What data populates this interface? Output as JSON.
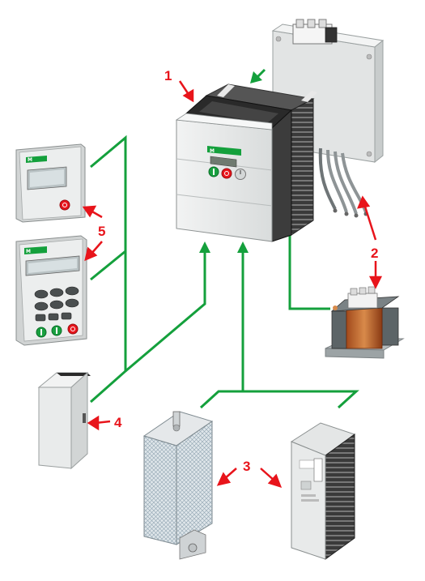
{
  "callouts": {
    "c1": "1",
    "c2": "2",
    "c3": "3",
    "c4": "4",
    "c5": "5"
  },
  "brand_label": "M",
  "colors": {
    "connector": "#14a03c",
    "callout": "#e8141b",
    "start_button": "#19a040",
    "stop_button": "#e8141b",
    "housing": "#e6e8e8",
    "heatsink": "#2a2a2a"
  },
  "components": [
    {
      "id": "frequency-inverter",
      "callout": "1"
    },
    {
      "id": "emc-filter",
      "callout": "2"
    },
    {
      "id": "control-transformer",
      "callout": "2"
    },
    {
      "id": "braking-resistor",
      "callout": "3"
    },
    {
      "id": "heatsink-braking-module",
      "callout": "3"
    },
    {
      "id": "interface-module",
      "callout": "4"
    },
    {
      "id": "keypad-basic",
      "callout": "5"
    },
    {
      "id": "keypad-full",
      "callout": "5"
    }
  ],
  "icons": [
    "start-button-icon",
    "stop-button-icon",
    "arrow-icon"
  ]
}
